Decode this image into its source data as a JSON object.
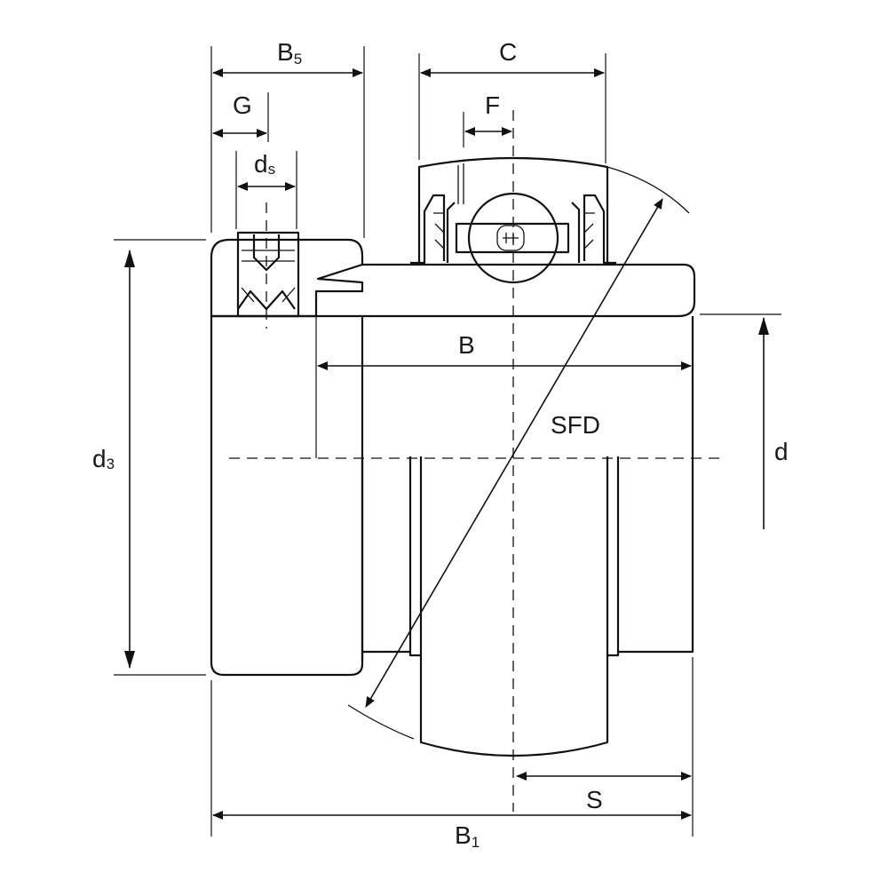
{
  "labels": {
    "b5": "B",
    "b5_sub": "5",
    "c": "C",
    "g": "G",
    "f": "F",
    "ds": "d",
    "ds_sub": "s",
    "b": "B",
    "sfd": "SFD",
    "d3": "d",
    "d3_sub": "3",
    "d": "d",
    "s": "S",
    "b1": "B",
    "b1_sub": "1"
  }
}
